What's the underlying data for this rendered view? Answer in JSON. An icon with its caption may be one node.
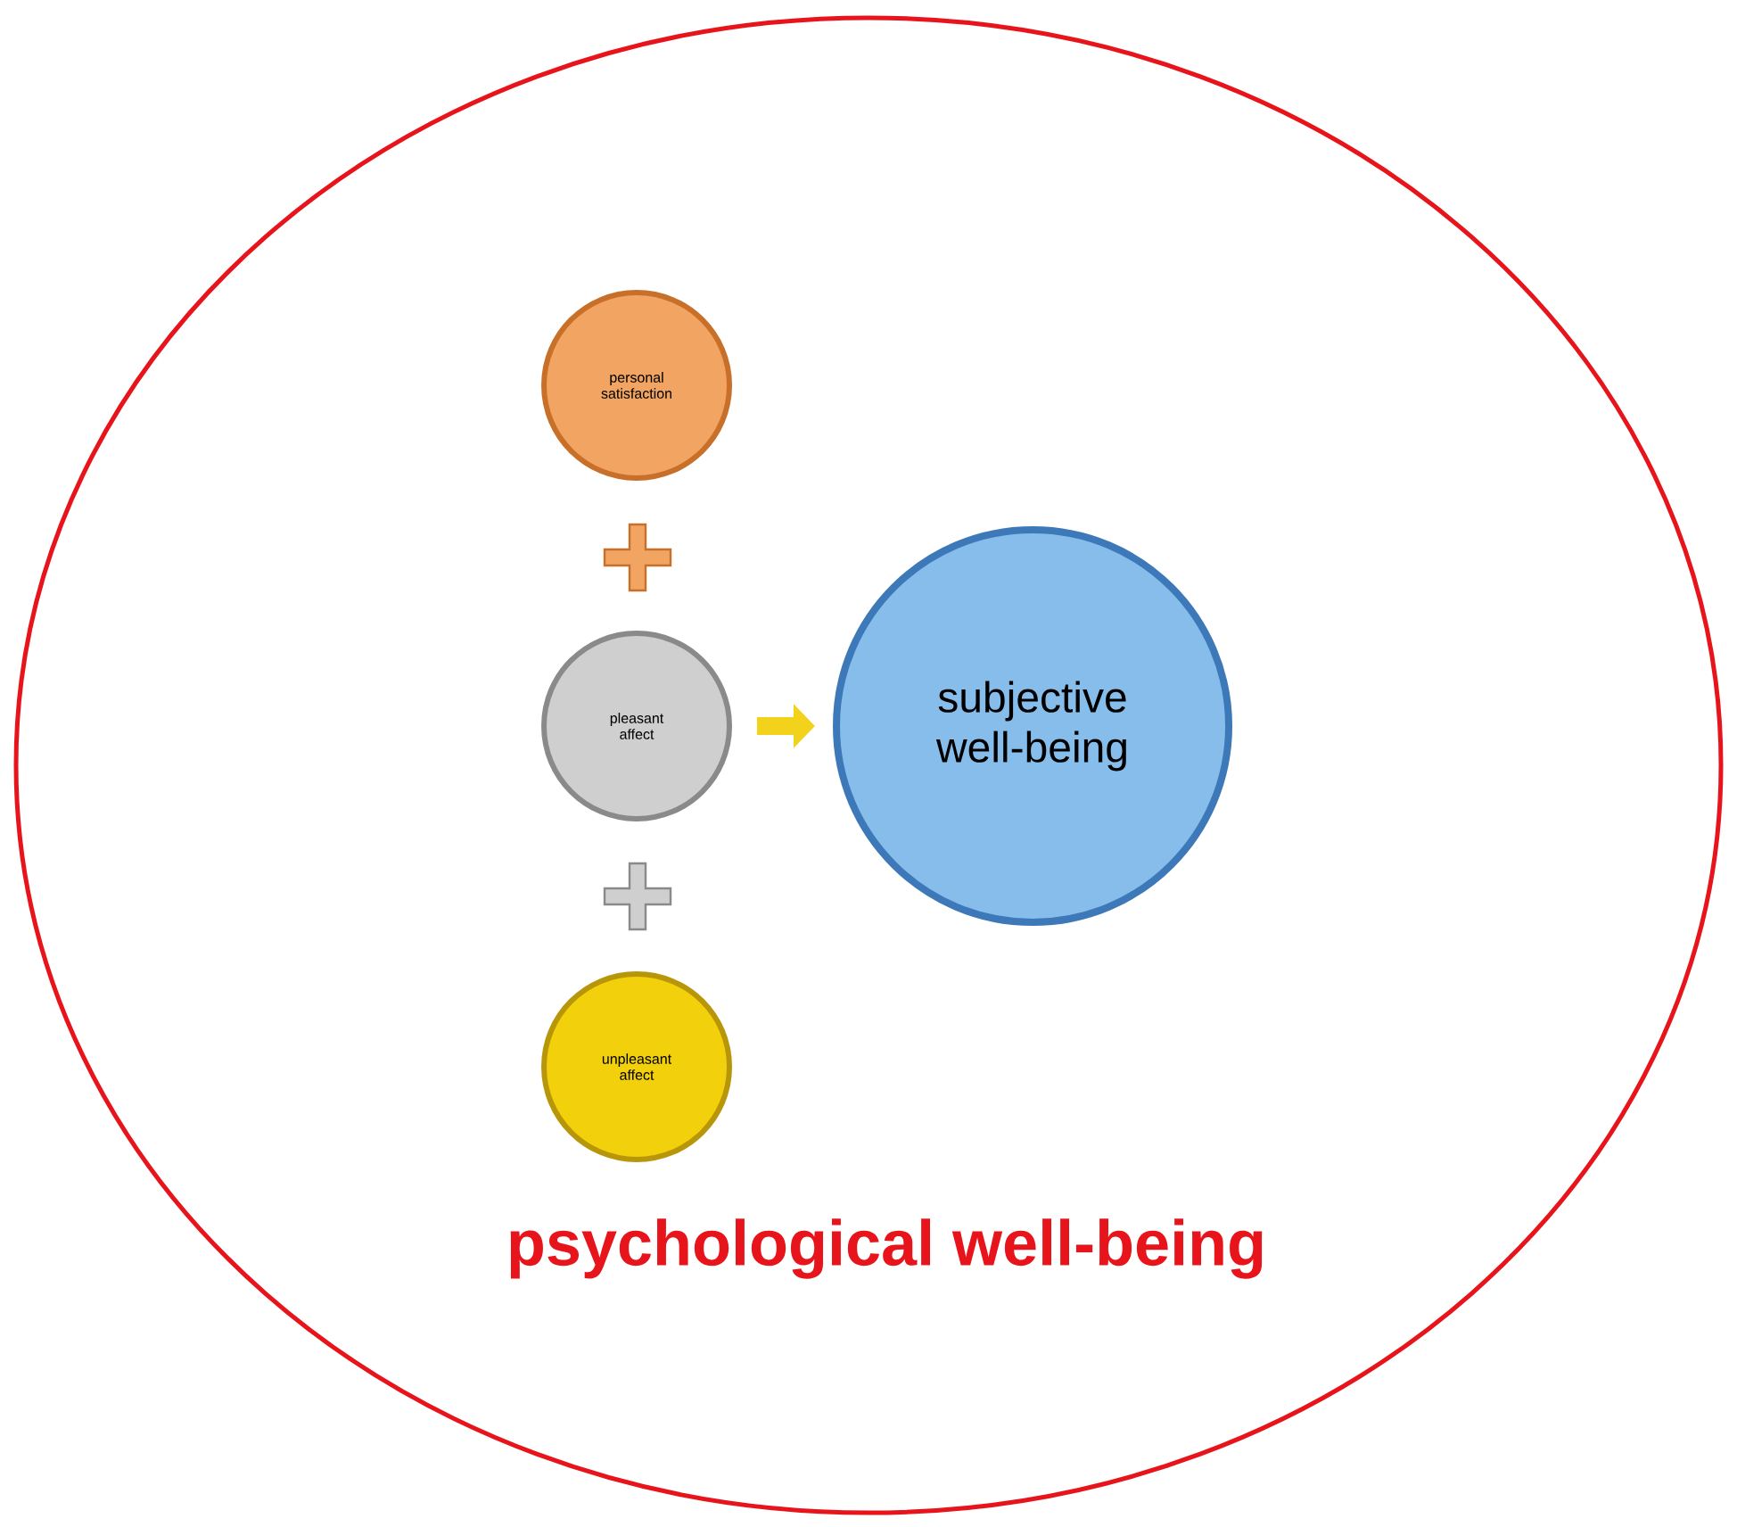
{
  "diagram": {
    "nodes": [
      {
        "text": [
          "psychological well-being"
        ]
      },
      {
        "text": [
          "personal satisfaction"
        ],
        "in": 0
      },
      {
        "text": [
          "pleasant affect"
        ],
        "in": 0
      },
      {
        "text": [
          "unpleasant affect"
        ],
        "in": 0
      },
      {
        "text": [
          "subjective well-being"
        ],
        "in": 0
      }
    ],
    "edges": [
      {
        "from": 2,
        "to": 4,
        "arrow": "to"
      }
    ]
  }
}
